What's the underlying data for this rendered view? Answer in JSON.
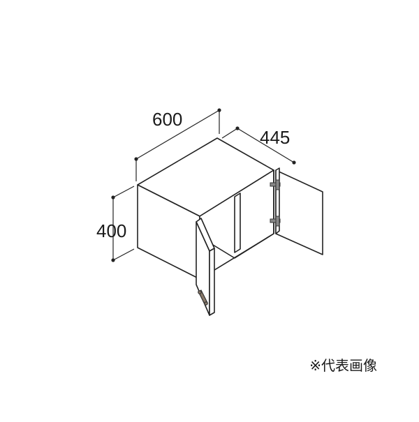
{
  "dimensions": {
    "width": "600",
    "depth": "445",
    "height": "400"
  },
  "note": "※代表画像",
  "colors": {
    "line": "#222222",
    "panel": "#ffffff"
  }
}
